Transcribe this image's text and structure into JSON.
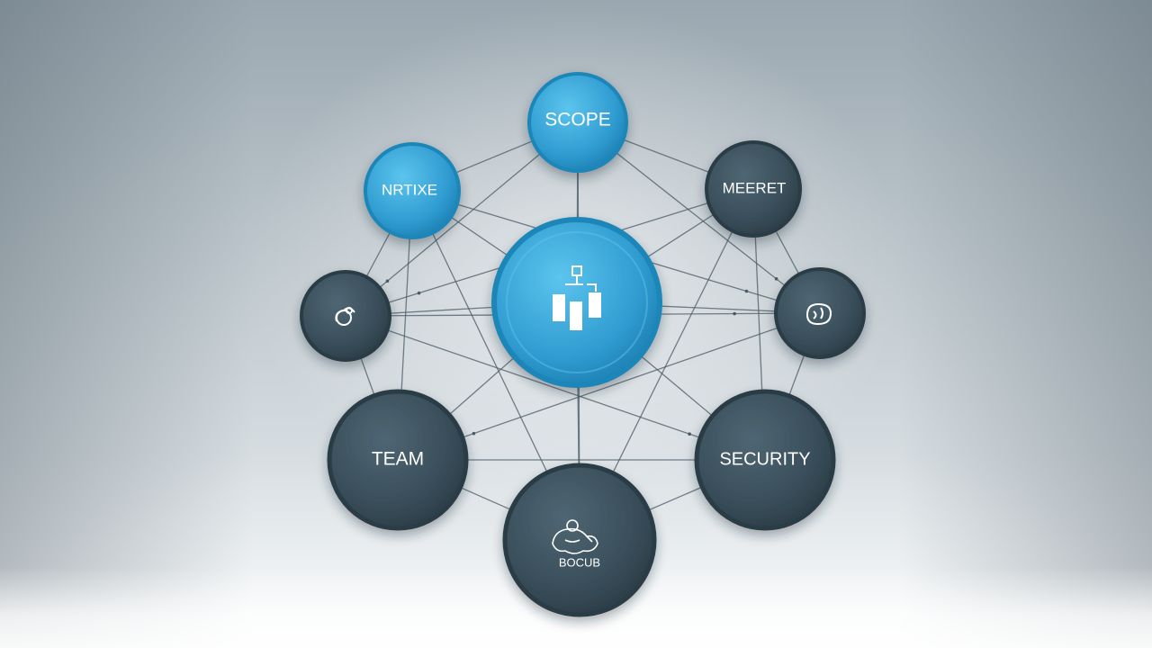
{
  "colors": {
    "dark_node": "#3f5562",
    "dark_node_ring": "#2c3d47",
    "blue_node": "#3aa7d8",
    "blue_node_ring": "#1f86b8",
    "edge": "#4a5a64",
    "icon_stroke": "#ffffff"
  },
  "nodes": {
    "scope": {
      "label": "SCOPE",
      "style": "blue"
    },
    "nrtixe": {
      "label": "NRTIXE",
      "style": "blue"
    },
    "meeret": {
      "label": "MEERET",
      "style": "dark"
    },
    "left_icon": {
      "label": "",
      "icon": "gear-cloud-icon",
      "style": "dark"
    },
    "right_icon": {
      "label": "",
      "icon": "brain-icon",
      "style": "dark"
    },
    "center": {
      "label": "",
      "icon": "people-chart-icon",
      "style": "blue"
    },
    "team": {
      "label": "TEAM",
      "style": "dark"
    },
    "security": {
      "label": "SECURITY",
      "style": "dark"
    },
    "bottom": {
      "label": "BOCUB",
      "icon": "sketch-icon",
      "style": "dark"
    }
  },
  "edges": [
    [
      "scope",
      "nrtixe"
    ],
    [
      "scope",
      "meeret"
    ],
    [
      "scope",
      "center"
    ],
    [
      "scope",
      "left_icon"
    ],
    [
      "scope",
      "right_icon"
    ],
    [
      "nrtixe",
      "center"
    ],
    [
      "nrtixe",
      "left_icon"
    ],
    [
      "nrtixe",
      "team"
    ],
    [
      "nrtixe",
      "right_icon"
    ],
    [
      "meeret",
      "center"
    ],
    [
      "meeret",
      "right_icon"
    ],
    [
      "meeret",
      "security"
    ],
    [
      "meeret",
      "left_icon"
    ],
    [
      "left_icon",
      "center"
    ],
    [
      "left_icon",
      "team"
    ],
    [
      "left_icon",
      "security"
    ],
    [
      "left_icon",
      "right_icon"
    ],
    [
      "right_icon",
      "center"
    ],
    [
      "right_icon",
      "security"
    ],
    [
      "right_icon",
      "team"
    ],
    [
      "center",
      "team"
    ],
    [
      "center",
      "security"
    ],
    [
      "center",
      "bottom"
    ],
    [
      "team",
      "bottom"
    ],
    [
      "team",
      "security"
    ],
    [
      "security",
      "bottom"
    ],
    [
      "scope",
      "bottom"
    ],
    [
      "nrtixe",
      "bottom"
    ],
    [
      "meeret",
      "bottom"
    ]
  ]
}
